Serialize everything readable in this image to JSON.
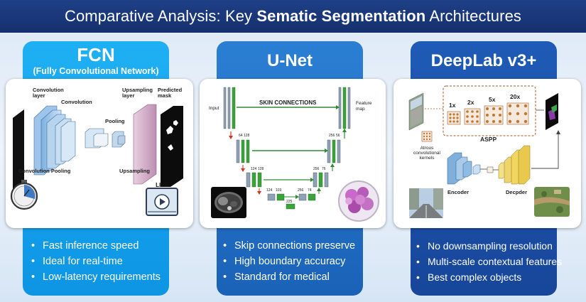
{
  "header": {
    "prefix": "Comparative Analysis: Key ",
    "bold": "Sematic Segmentation",
    "suffix": " Architectures"
  },
  "fcn": {
    "title": "FCN",
    "subtitle": "(Fully Convolutional Network)",
    "labels": {
      "conv_layer": "Convolution\nlayer",
      "convolution": "Convolution",
      "pooling": "Pooling",
      "upsampling_layer": "Upsampling\nlayer",
      "predicted_mask": "Predicted\nmask",
      "conv_pooling": "Convolution Pooling",
      "upsampling": "Upsampling",
      "live": "LIVE"
    },
    "bullets": [
      "Fast inference speed",
      "Ideal for real-time",
      "Low-latency requirements"
    ]
  },
  "unet": {
    "title": "U-Net",
    "labels": {
      "input": "Input",
      "skip": "SKIN CONNECTIONS",
      "feature_map": "Feature\nmap",
      "n64a": "64",
      "n128a": "128",
      "n256a": "256",
      "n56": "56",
      "n124": "124",
      "n128b": "128",
      "n256b": "256",
      "n76": "76",
      "n124b": "124",
      "n103": "103",
      "n256c": "256",
      "n74": "74",
      "n225": "225"
    },
    "bullets": [
      "Skip connections preserve",
      "High boundary accuracy",
      "Standard for medical"
    ]
  },
  "deeplab": {
    "title": "DeepLab v3+",
    "labels": {
      "r1": "1x",
      "r2": "2x",
      "r5": "5x",
      "r20": "20x",
      "aspp": "ASPP",
      "atrous": "Atrous\nconvolutional\nkernels",
      "encoder": "Encoder",
      "decoder": "Decpder"
    },
    "bullets": [
      "No downsampling resolution",
      "Multi-scale contextual features",
      "Best complex objects"
    ]
  },
  "colors": {
    "header": "#1a3677",
    "fcn": "#14a3ee",
    "unet": "#1f6fc4",
    "deeplab": "#1a4ea6",
    "green": "#2e8b2e",
    "red_arrow": "#d93025"
  }
}
